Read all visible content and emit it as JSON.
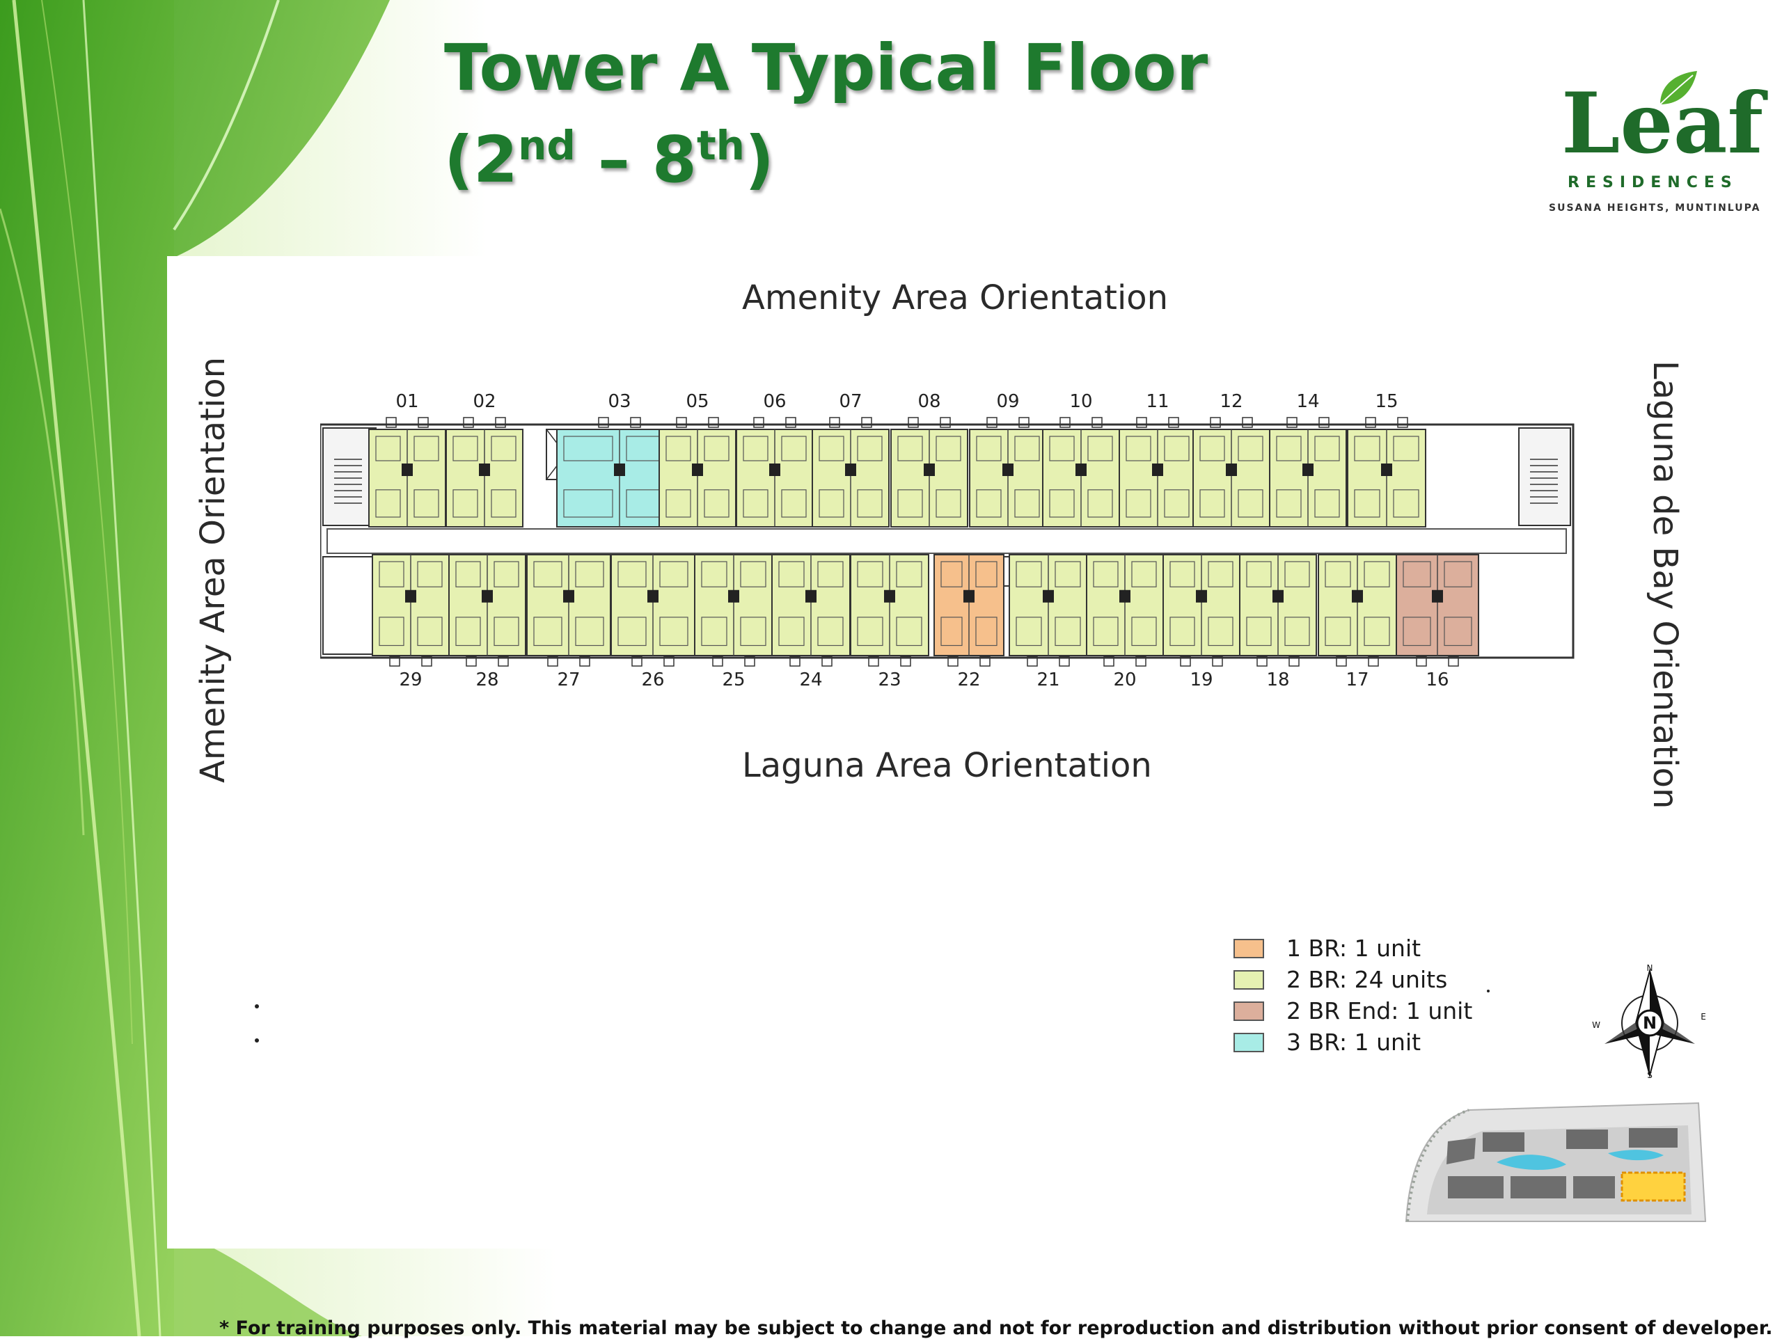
{
  "header": {
    "title_line1": "Tower A Typical Floor",
    "title_line2_open": "(2",
    "title_line2_sup1": "nd",
    "title_line2_mid": " – 8",
    "title_line2_sup2": "th",
    "title_line2_close": ")"
  },
  "logo": {
    "name": "Leaf",
    "subtitle": "RESIDENCES",
    "location": "SUSANA HEIGHTS, MUNTINLUPA"
  },
  "orientation": {
    "top": "Amenity Area Orientation",
    "left": "Amenity Area Orientation",
    "right": "Laguna de Bay Orientation",
    "bottom": "Laguna Area Orientation"
  },
  "floor_plan": {
    "top_units": [
      {
        "label": "01",
        "type": "2br"
      },
      {
        "label": "02",
        "type": "2br"
      },
      {
        "label": "03",
        "type": "3br"
      },
      {
        "label": "05",
        "type": "2br"
      },
      {
        "label": "06",
        "type": "2br"
      },
      {
        "label": "07",
        "type": "2br"
      },
      {
        "label": "08",
        "type": "2br"
      },
      {
        "label": "09",
        "type": "2br"
      },
      {
        "label": "10",
        "type": "2br"
      },
      {
        "label": "11",
        "type": "2br"
      },
      {
        "label": "12",
        "type": "2br"
      },
      {
        "label": "14",
        "type": "2br"
      },
      {
        "label": "15",
        "type": "2br"
      }
    ],
    "bottom_units": [
      {
        "label": "29",
        "type": "2br"
      },
      {
        "label": "28",
        "type": "2br"
      },
      {
        "label": "27",
        "type": "2br"
      },
      {
        "label": "26",
        "type": "2br"
      },
      {
        "label": "25",
        "type": "2br"
      },
      {
        "label": "24",
        "type": "2br"
      },
      {
        "label": "23",
        "type": "2br"
      },
      {
        "label": "22",
        "type": "1br"
      },
      {
        "label": "21",
        "type": "2br"
      },
      {
        "label": "20",
        "type": "2br"
      },
      {
        "label": "19",
        "type": "2br"
      },
      {
        "label": "18",
        "type": "2br"
      },
      {
        "label": "17",
        "type": "2br"
      },
      {
        "label": "16",
        "type": "2br-end"
      }
    ]
  },
  "legend": [
    {
      "label": "1 BR: 1 unit",
      "color": "#f6c08c"
    },
    {
      "label": "2 BR: 24 units",
      "color": "#e6f1b2"
    },
    {
      "label": "2 BR End: 1 unit",
      "color": "#dcaf9c"
    },
    {
      "label": "3 BR: 1 unit",
      "color": "#a8ece6"
    }
  ],
  "compass": {
    "n": "N",
    "e": "E",
    "s": "S",
    "w": "W"
  },
  "colors": {
    "2br": "#e6f1b2",
    "3br": "#a8ece6",
    "1br": "#f6c08c",
    "2br-end": "#dcaf9c",
    "title_green": "#1e7a2e"
  },
  "footer": "* For training purposes only. This material may be subject to change and not for reproduction and distribution without prior consent of developer."
}
